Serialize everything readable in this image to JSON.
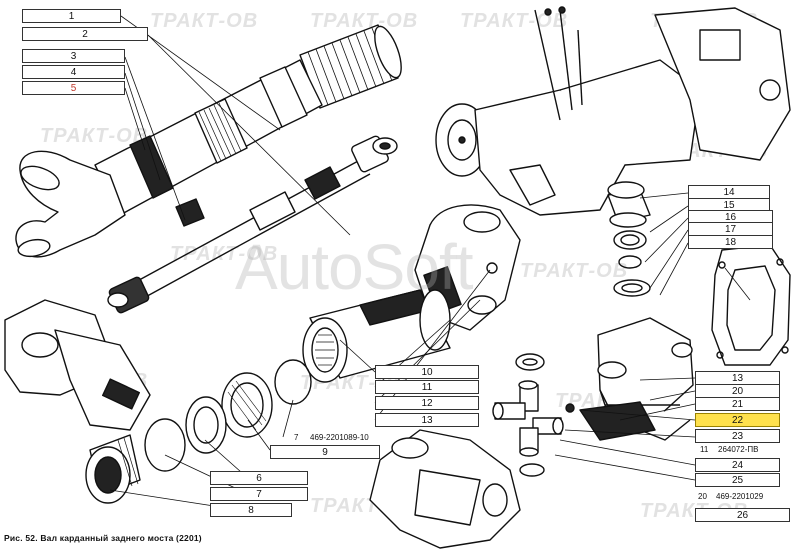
{
  "watermark": "ТРАКТ-ОВ",
  "watermark_center": "AutoSoft",
  "caption": "Рис. 52. Вал карданный заднего моста (2201)",
  "part_refs": {
    "ref_7": "469-2201089-10",
    "ref_11": "264072-ПВ",
    "ref_20": "469-2201029"
  },
  "labels": [
    "1",
    "2",
    "3",
    "4",
    "5",
    "6",
    "7",
    "8",
    "9",
    "10",
    "11",
    "12",
    "13",
    "13",
    "14",
    "15",
    "16",
    "17",
    "18",
    "20",
    "21",
    "22",
    "23",
    "24",
    "25",
    "26"
  ],
  "plain_numbers": {
    "n7": "7",
    "n11": "11",
    "n20": "20"
  },
  "colors": {
    "line": "#111111",
    "highlight": "#ffe14d",
    "label_red": "#c0392b"
  }
}
